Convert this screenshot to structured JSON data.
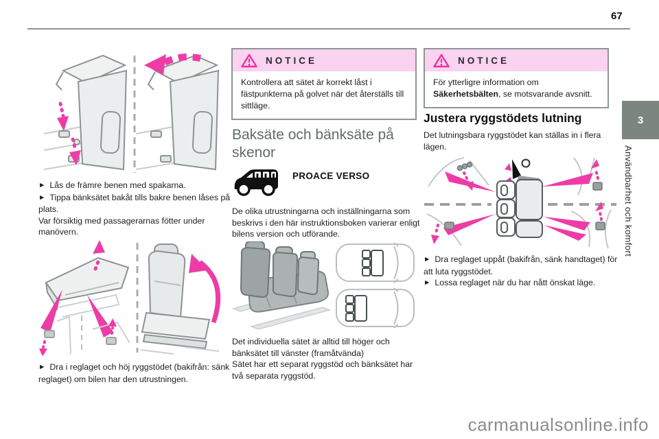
{
  "page": {
    "number": "67",
    "watermark": "carmanualsonline.info"
  },
  "sidebar": {
    "chapter_number": "3",
    "chapter_title": "Användbarhet och komfort"
  },
  "glyphs": {
    "bullet": "►",
    "warning_triangle": "warning-triangle",
    "van": "minivan-side-silhouette"
  },
  "colors": {
    "accent_magenta": "#ee3ca6",
    "notice_header_pink": "#f9d3f0",
    "notice_border_grey": "#8f9496",
    "chapter_tab_green": "#7b867f",
    "section_heading_grey": "#5f6b67",
    "watermark_grey": "#8c8c8c"
  },
  "left_column": {
    "bullet_1": "Lås de främre benen med spakarna.",
    "bullet_2": "Tippa bänksätet bakåt tills bakre benen låses på plats.",
    "para_1": "Var försiktig med passagerarnas fötter under manövern.",
    "bullet_3": "Dra i reglaget och höj ryggstödet (bakifrån: sänk reglaget) om bilen har den utrustningen."
  },
  "notice_middle": {
    "title": "NOTICE",
    "body": "Kontrollera att sätet är korrekt låst i fästpunkterna på golvet när det återställs till sittläge."
  },
  "middle_column": {
    "heading": "Baksäte och bänksäte på skenor",
    "model_badge": "PROACE VERSO",
    "para_1": "De olika utrustningarna och inställningarna som beskrivs i den här instruktionsboken varierar enligt bilens version och utförande.",
    "para_2_line1": "Det individuella sätet är alltid till höger och bänksätet till vänster (framåtvända)",
    "para_2_line2": "Sätet har ett separat ryggstöd och bänksätet har två separata ryggstöd."
  },
  "notice_right": {
    "title": "NOTICE",
    "body_prefix": "För ytterligre information om ",
    "body_bold": "Säkerhetsbälten",
    "body_suffix": ", se motsvarande avsnitt."
  },
  "right_column": {
    "heading": "Justera ryggstödets lutning",
    "para_1": "Det lutningsbara ryggstödet kan ställas in i flera lägen.",
    "bullet_1": "Dra reglaget uppåt (bakifrån, sänk handtaget) för att luta ryggstödet.",
    "bullet_2": "Lossa reglaget när du har nått önskat läge."
  }
}
